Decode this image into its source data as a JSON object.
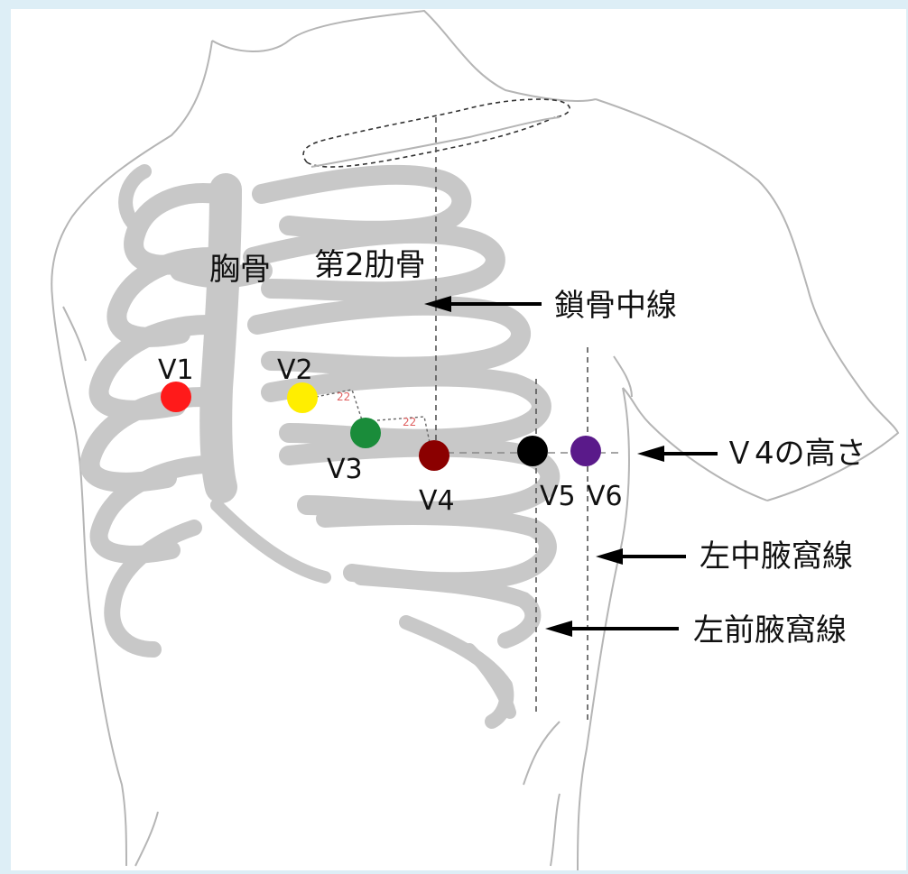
{
  "colors": {
    "background": "#ddeef6",
    "bone": "#c8c8c8",
    "outline": "#b5b5b5",
    "v1": "#ff1a1a",
    "v2": "#ffee00",
    "v3": "#1a8c3a",
    "v4": "#8b0000",
    "v5": "#000000",
    "v6": "#5a1a8a",
    "arrow": "#000000"
  },
  "labels": {
    "sternum": "胸骨",
    "second_rib": "第2肋骨",
    "midclavicular_line": "鎖骨中線",
    "v4_level": "Ｖ4の高さ",
    "left_mid_axillary_line": "左中腋窩線",
    "left_anterior_axillary_line": "左前腋窩線"
  },
  "electrodes": [
    {
      "id": "v1",
      "label": "V1",
      "color": "#ff1a1a"
    },
    {
      "id": "v2",
      "label": "V2",
      "color": "#ffee00"
    },
    {
      "id": "v3",
      "label": "V3",
      "color": "#1a8c3a"
    },
    {
      "id": "v4",
      "label": "V4",
      "color": "#8b0000"
    },
    {
      "id": "v5",
      "label": "V5",
      "color": "#000000"
    },
    {
      "id": "v6",
      "label": "V6",
      "color": "#5a1a8a"
    }
  ]
}
